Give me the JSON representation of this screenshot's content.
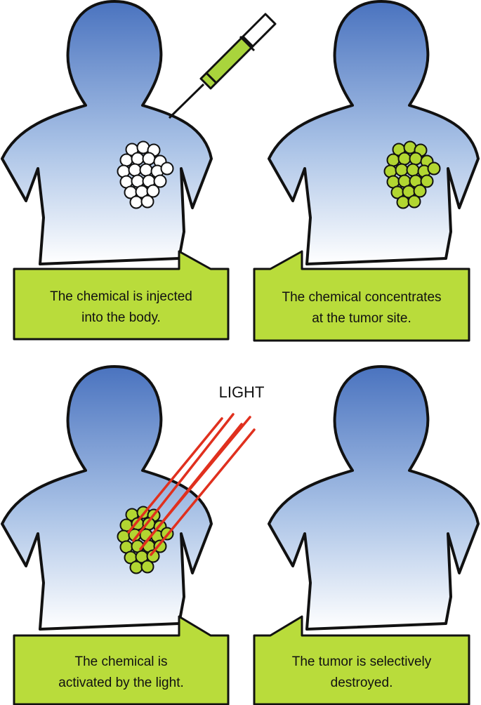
{
  "panels": [
    {
      "caption": "The chemical is injected\ninto the body."
    },
    {
      "caption": "The chemical concentrates\nat the tumor site."
    },
    {
      "caption": "The chemical is\nactivated by the light."
    },
    {
      "caption": "The tumor is selectively\ndestroyed."
    }
  ],
  "light_label": "LIGHT",
  "colors": {
    "body_top": "#4a73bf",
    "body_bottom": "#ffffff",
    "callout_fill": "#b9dc3b",
    "tumor_white": "#ffffff",
    "tumor_green": "#b2d631",
    "light_ray": "#e0301e",
    "syringe_fill": "#a9d43c"
  }
}
